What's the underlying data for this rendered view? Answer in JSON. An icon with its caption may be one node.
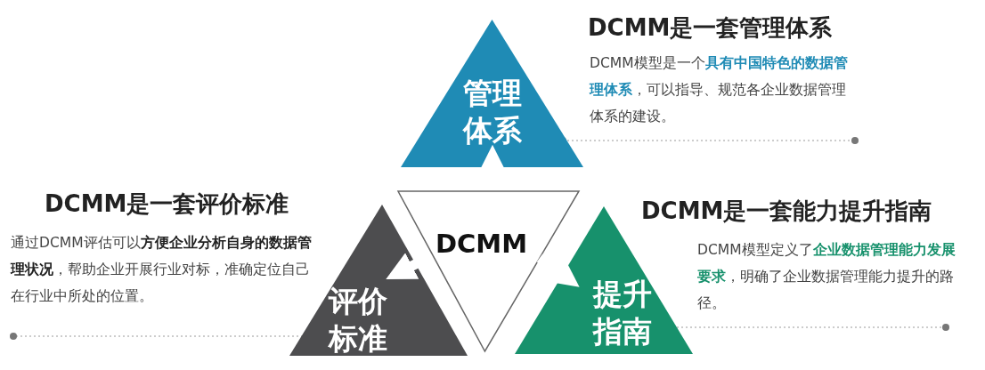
{
  "diagram": {
    "nodes": [
      {
        "text": [
          "DCMM"
        ]
      },
      {
        "text": [
          "管理体系"
        ],
        "beside": [
          "DCMM是一套管理体系",
          "DCMM模型是一个**具有中国特色的数据管理体系**，可以指导、规范各企业数据管理体系的建设。"
        ]
      },
      {
        "text": [
          "评价标准"
        ],
        "beside": [
          "DCMM是一套评价标准",
          "通过DCMM评估可以**方便企业分析自身的数据管理状况**，帮助企业开展行业对标，准确定位自己在行业中所处的位置。"
        ]
      },
      {
        "text": [
          "提升指南"
        ],
        "beside": [
          "DCMM是一套能力提升指南",
          "DCMM模型定义了**企业数据管理能力发展要求**，明确了企业数据管理能力提升的路径。"
        ]
      }
    ],
    "edges": [
      {
        "from": 0,
        "to": 1,
        "arrow": "to"
      },
      {
        "from": 0,
        "to": 2,
        "arrow": "to"
      },
      {
        "from": 0,
        "to": 3,
        "arrow": "to"
      }
    ]
  }
}
